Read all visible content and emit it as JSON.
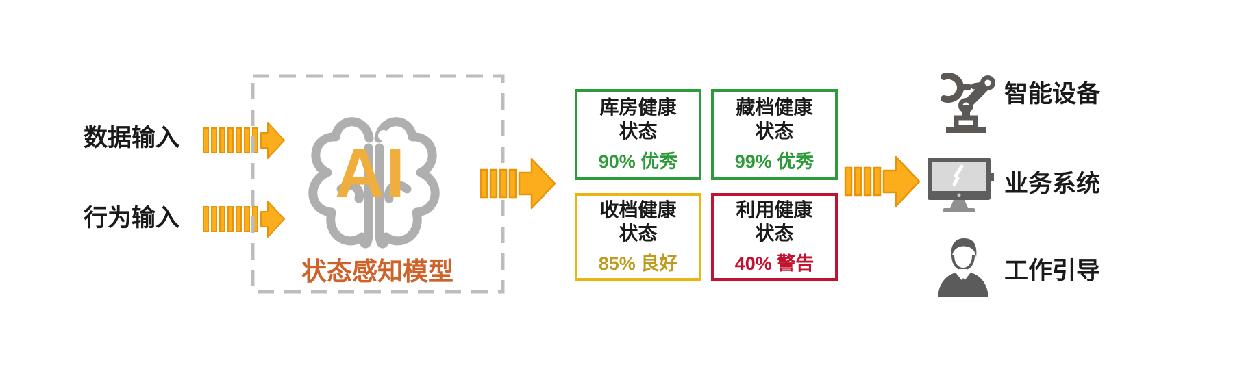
{
  "inputs": [
    {
      "label": "数据输入"
    },
    {
      "label": "行为输入"
    }
  ],
  "model": {
    "badge": "AI",
    "icon": "brain",
    "label": "状态感知模型"
  },
  "status_boxes": [
    {
      "title": "库房健康状态",
      "status": "90% 优秀",
      "color": "#2E9B3A"
    },
    {
      "title": "藏档健康状态",
      "status": "99% 优秀",
      "color": "#2E9B3A"
    },
    {
      "title": "收档健康状态",
      "status": "85% 良好",
      "border_color": "#E9B511",
      "text_color": "#BE9B1F"
    },
    {
      "title": "利用健康状态",
      "status": "40% 警告",
      "color": "#C1122F"
    }
  ],
  "outputs": [
    {
      "icon": "robot-arm-icon",
      "label": "智能设备"
    },
    {
      "icon": "monitor-icon",
      "label": "业务系统"
    },
    {
      "icon": "person-icon",
      "label": "工作引导"
    }
  ],
  "colors": {
    "arrow_fill": "#FBAD1B",
    "arrow_stroke": "#E8940A",
    "ai_text": "#EFAE3D",
    "brain_gray": "#AFAFAF",
    "dashed_border": "#BDBDBD",
    "model_label": "#CE6229",
    "green": "#2E9B3A",
    "gold_border": "#E9B511",
    "gold_text": "#BE9B1F",
    "red": "#C1122F",
    "icon_gray": "#5B5855"
  }
}
